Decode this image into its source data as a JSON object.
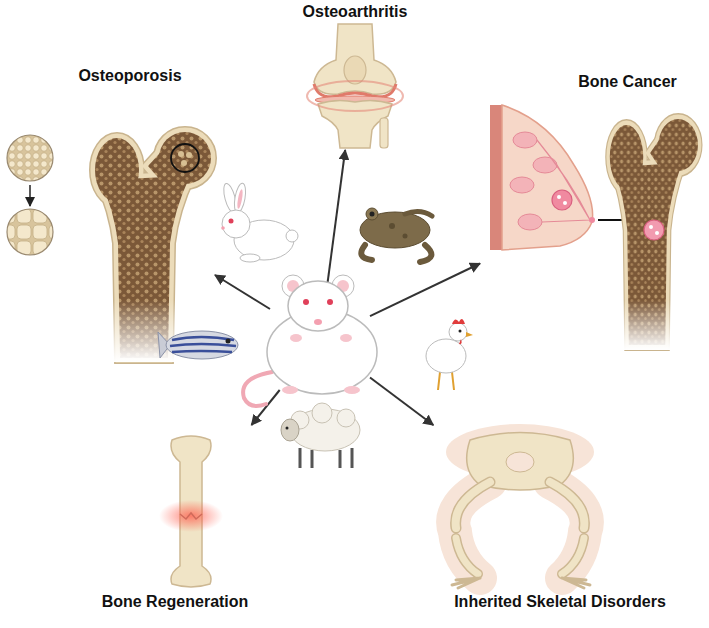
{
  "diagram": {
    "nodes": [
      {
        "text": [
          "Osteoarthritis"
        ]
      },
      {
        "text": [
          "Osteoporosis"
        ]
      },
      {
        "text": [
          "Bone Cancer"
        ]
      },
      {
        "text": []
      },
      {
        "text": [
          "Bone Regeneration"
        ]
      },
      {
        "text": [
          "Inherited Skeletal Disorders"
        ]
      }
    ],
    "edges": [
      {
        "from": 3,
        "to": 0,
        "arrow": "to"
      },
      {
        "from": 3,
        "to": 1,
        "arrow": "to"
      },
      {
        "from": 3,
        "to": 2,
        "arrow": "to"
      },
      {
        "from": 3,
        "to": 4,
        "arrow": "to"
      },
      {
        "from": 3,
        "to": 5,
        "arrow": "to"
      }
    ]
  }
}
